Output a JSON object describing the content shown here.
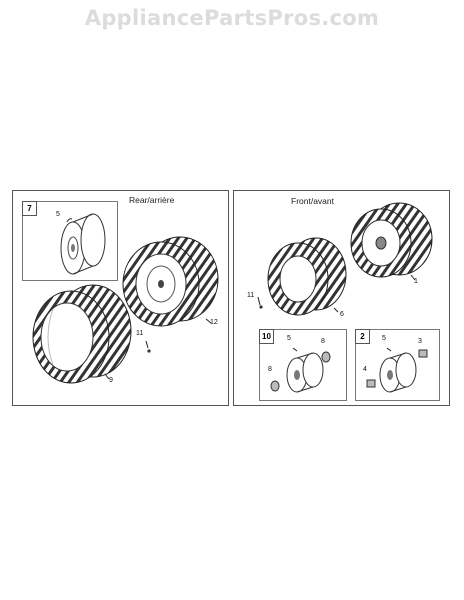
{
  "watermark": "AppliancePartsPros.com",
  "panels": {
    "rear": {
      "title": "Rear/arrière",
      "inset_number": "7",
      "callouts": {
        "c5": "5",
        "c12": "12",
        "c11": "11",
        "c9": "9"
      }
    },
    "front": {
      "title": "Front/avant",
      "callouts": {
        "c1": "1",
        "c6": "6",
        "c11": "11"
      },
      "inset_a": {
        "number": "10",
        "callouts": {
          "c5": "5",
          "c8a": "8",
          "c8b": "8"
        }
      },
      "inset_b": {
        "number": "2",
        "callouts": {
          "c5": "5",
          "c3": "3",
          "c4": "4"
        }
      }
    }
  }
}
